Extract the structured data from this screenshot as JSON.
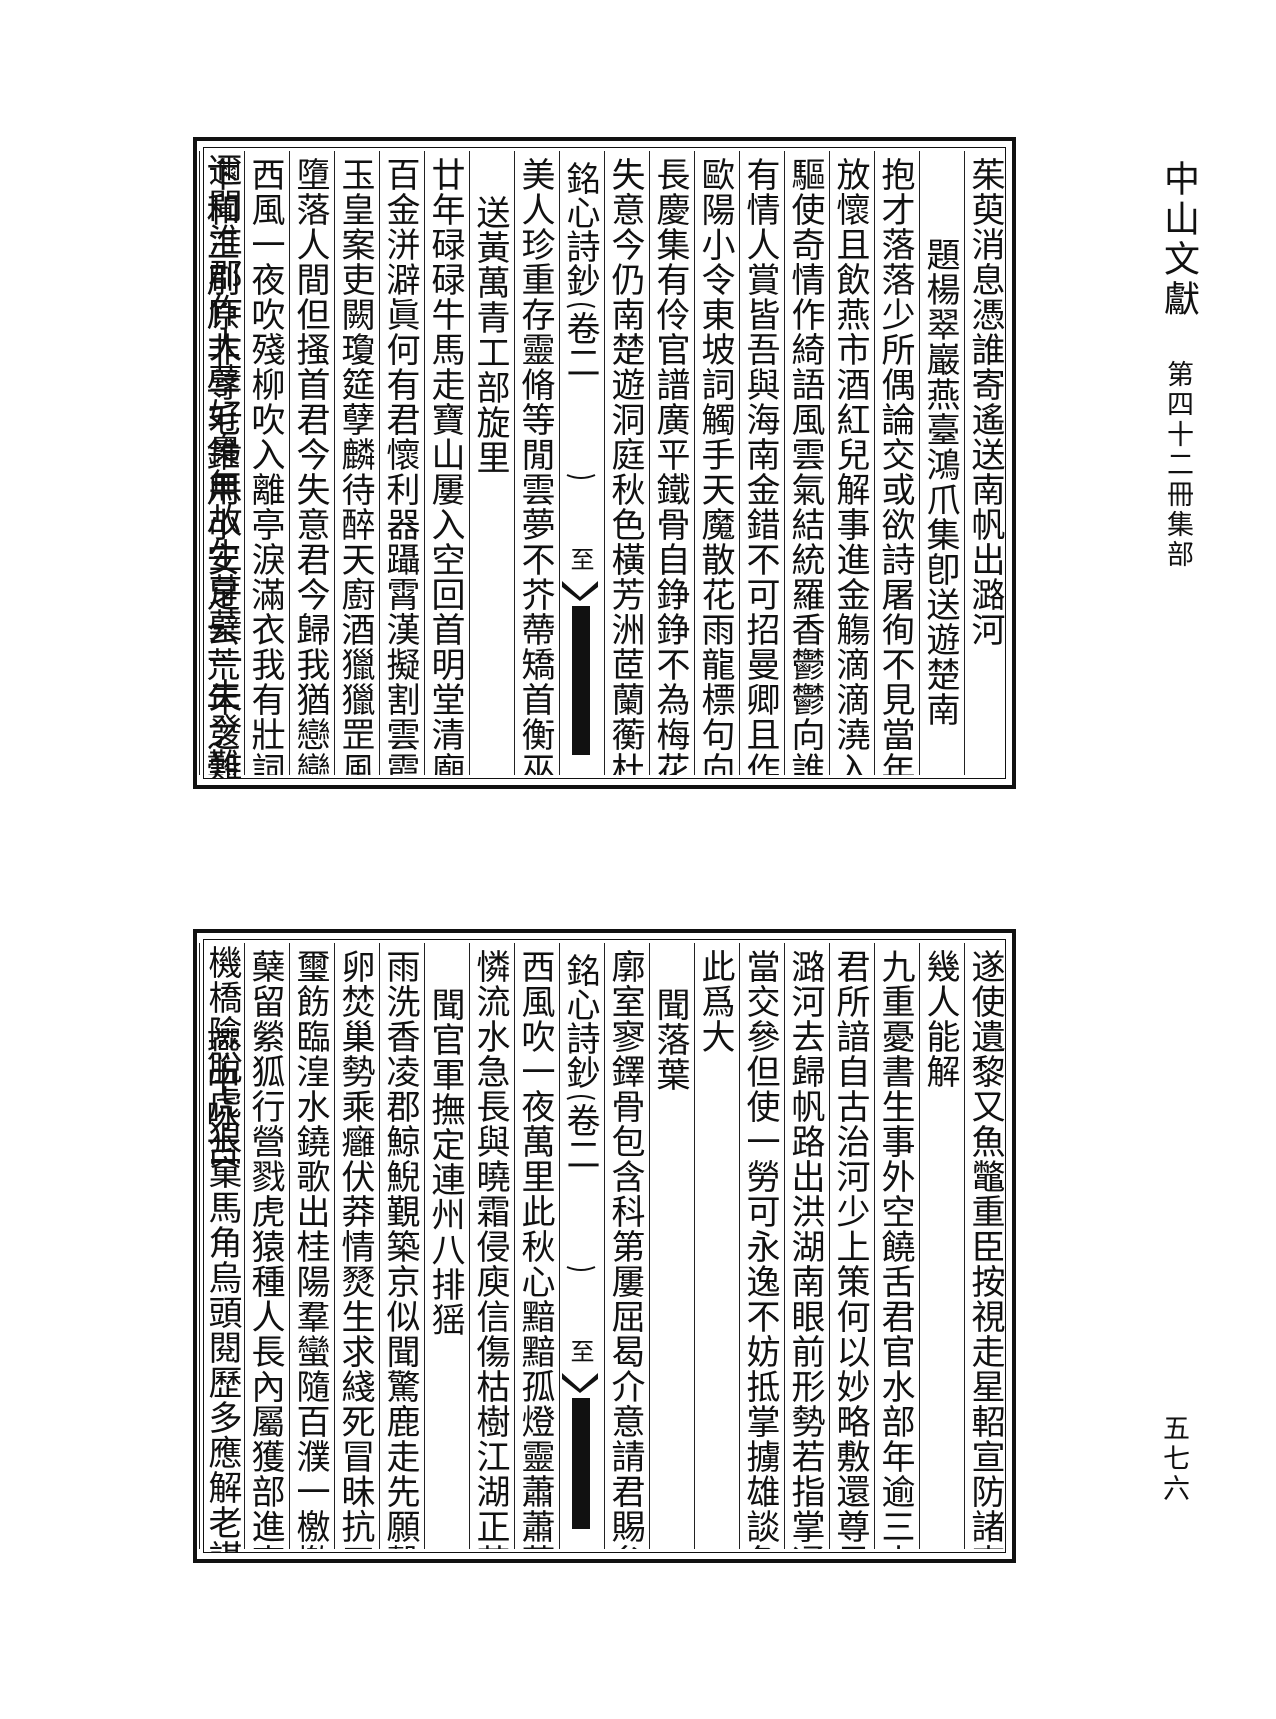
{
  "header": {
    "title": "中山文獻",
    "volume": "第四十二冊",
    "section": "集部",
    "page_number": "五七六"
  },
  "top_panel": {
    "banner": {
      "title": "銘心詩鈔",
      "juan": "卷二",
      "folio": "至"
    },
    "columns": [
      "茱萸消息憑誰寄遙送南帆出潞河",
      "題楊翠巖燕臺鴻爪集卽送遊楚南",
      "抱才落落少所偶論交或欲詩屠徇不見當年燕市豪",
      "放懷且飲燕市酒紅兒解事進金觴滴滴澆入詩人腸",
      "驅使奇情作綺語風雲氣結統羅香鬱鬱向誰出肺腑",
      "有情人賞皆吾與海南金錯不可招曼卿且作芙蓉主",
      "歐陽小令東坡詞觸手天魔散花雨龍標句向旗亭誇",
      "長慶集有伶官譜廣平鐵骨自錚錚不為梅花病娟嫵",
      "失意今仍南楚遊洞庭秋色橫芳洲茝蘭蘅杜倘可採",
      "美人珍重存靈脩等閒雲夢不芥蔕矯首衡巫最上頭",
      "送黃萬青工部旋里",
      "廿年碌碌牛馬走寶山屢入空回首明堂清廟光陸離",
      "百金洴澼眞何有君懷利器躡霄漢擬割雲霞摘星斗",
      "玉皇案吏闕瓊筵孽麟待醉天廚酒獵獵罡風阻仙馭",
      "墮落人間但搔首君今失意君今歸我猶戀戀歸無期",
      "西風一夜吹殘柳吹入離亭淚滿衣我有壯詞為君賜",
      "卞和三刖原非辱毛錐用小安足云荒年之穀豐年玉",
      "邇聞淮郡作大孽好梟無故生芽蘗一夫發難破河隄"
    ]
  },
  "bottom_panel": {
    "banner": {
      "title": "銘心詩鈔",
      "juan": "卷二",
      "folio": "至"
    },
    "columns": [
      "遂使遺黎又魚鼈重臣按視走星軺宣防諸吏同嚴罰",
      "幾人能解",
      "九重憂書生事外空饒舌君官水部年逾三水衡利病",
      "君所諳自古治河少上策何以妙略敷還尊君今解纜",
      "潞河去歸帆路出洪湖南眼前形勢若指掌通渠利運",
      "當交參但使一勞可永逸不妨抵掌擄雄談急務於今",
      "此爲大",
      "聞落葉",
      "廓室寥鐸骨包含科第屢屈曷介意請君賜矣夫何慙",
      "西風吹一夜萬里此秋心黯黯孤燈靈蕭蕭落葉深遙",
      "憐流水急長與曉霜侵庾信傷枯樹江湖正苦吟",
      "聞官軍撫定連州八排猺",
      "雨洗香凌郡鯨鯢覲築京似聞驚鹿走先願擊牛盟歷",
      "卵焚巢勢乘癰伏莽情燹生求綫死冒昧抗天兵",
      "璽飭臨湟水鐃歌出桂陽羣蠻隨百濮一檄檄中郎餘",
      "蘖留縈狐行營戮虎猿種人長內屬獲部進壺漿",
      "燕中咏古",
      "機橋險脫虎狠窠馬角烏頭閱歷多應解老謀師鞠武"
    ]
  }
}
